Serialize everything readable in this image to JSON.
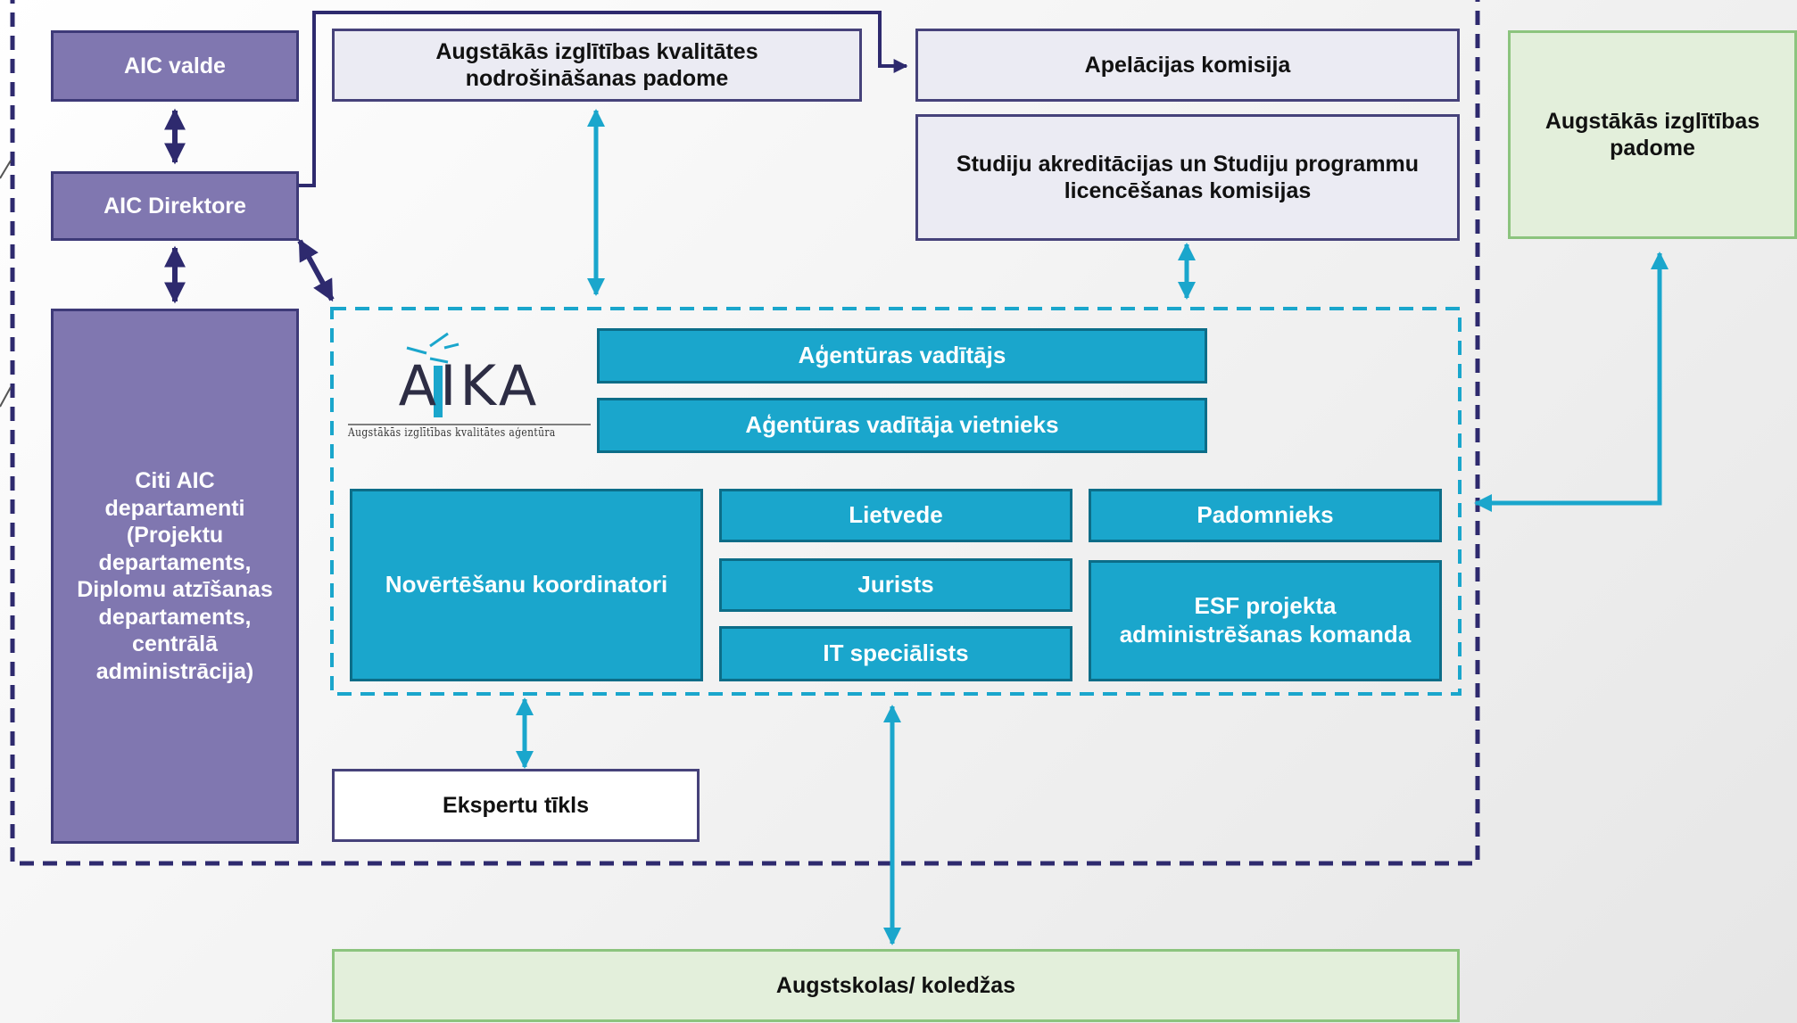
{
  "aic": {
    "board": "AIC valde",
    "director": "AIC Direktore",
    "other_departments": "Citi AIC\ndepartamenti\n(Projektu\ndepartaments,\nDiplomu atzīšanas\ndepartaments,\ncentrālā\nadministrācija)"
  },
  "councils": {
    "quality_council": "Augstākās izglītības kvalitātes\nnodrošināšanas padome",
    "appeals": "Apelācijas komisija",
    "accreditation": "Studiju akreditācijas un Studiju programmu\nlicencēšanas komisijas",
    "higher_ed_council": "Augstākās izglītības\npadome"
  },
  "logo": {
    "word": "AIKA",
    "tagline": "Augstākās izglītības kvalitātes aģentūra"
  },
  "agency": {
    "head": "Aģentūras vadītājs",
    "deputy": "Aģentūras vadītāja vietnieks",
    "coordinators": "Novērtēšanu koordinatori",
    "records": "Lietvede",
    "lawyer": "Jurists",
    "it": "IT speciālists",
    "advisor": "Padomnieks",
    "esf": "ESF projekta\nadministrēšanas komanda"
  },
  "external": {
    "experts": "Ekspertu tīkls",
    "universities": "Augstskolas/ koledžas"
  },
  "colors": {
    "purple": "#8077b0",
    "navy": "#2e2a6e",
    "teal": "#1aa6cc",
    "green_border": "#8cc47e"
  }
}
